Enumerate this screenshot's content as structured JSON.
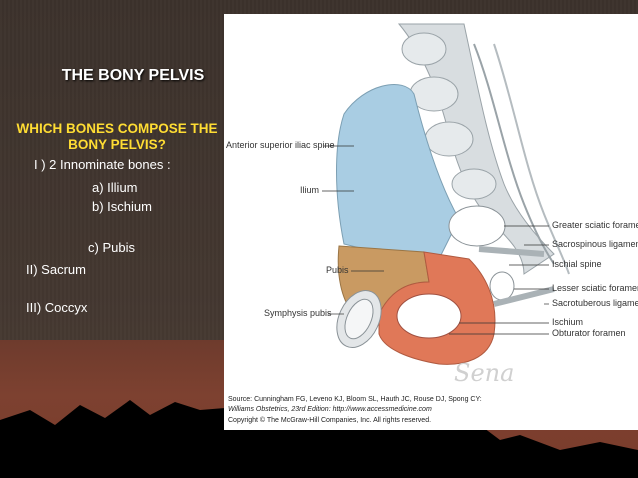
{
  "slide": {
    "title": "THE BONY PELVIS",
    "question": "WHICH BONES COMPOSE THE BONY PELVIS?",
    "items": [
      "I )    2 Innominate bones :",
      "a)  Illium",
      "b)  Ischium",
      "c)   Pubis",
      "II)  Sacrum",
      "III)  Coccyx"
    ]
  },
  "figure": {
    "labels": {
      "asis": "Anterior superior iliac spine",
      "ilium": "Ilium",
      "pubis": "Pubis",
      "symphysis": "Symphysis pubis",
      "greater_sciatic": "Greater sciatic foramen",
      "sacrospinous": "Sacrospinous ligament",
      "ischial_spine": "Ischial spine",
      "lesser_sciatic": "Lesser sciatic foramen",
      "sacrotuberous": "Sacrotuberous ligament",
      "ischium": "Ischium",
      "obturator": "Obturator foramen"
    },
    "signature": "Sena",
    "credits": [
      "Source: Cunningham FG, Leveno KJ, Bloom SL, Hauth JC, Rouse DJ, Spong CY:",
      "Williams Obstetrics, 23rd Edition: http://www.accessmedicine.com",
      "Copyright © The McGraw-Hill Companies, Inc. All rights reserved."
    ]
  },
  "colors": {
    "title": "#ffffff",
    "question": "#ffdd33",
    "ilium": "#a9cde3",
    "pubis": "#c99a62",
    "ischium": "#e07858"
  }
}
